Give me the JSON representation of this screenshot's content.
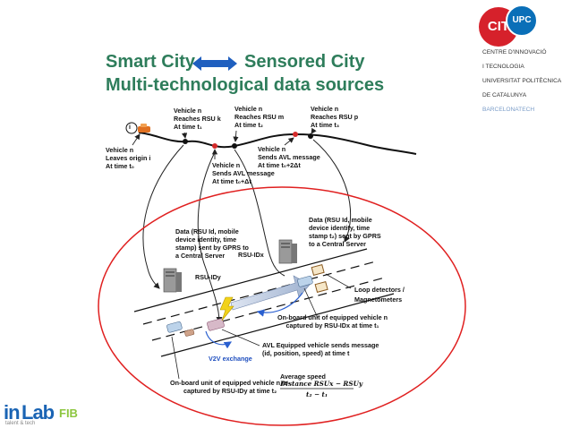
{
  "header": {
    "title_part1": "Smart City",
    "title_part2": "Sensored City",
    "title_line2": "Multi-technological data sources",
    "arrow_color": "#1f5fbf"
  },
  "logo_cit": {
    "cit": "CIT",
    "upc": "UPC",
    "lines": [
      "CENTRE D'INNOVACIÓ",
      "I TECNOLOGIA",
      "UNIVERSITAT POLITÈCNICA",
      "DE CATALUNYA",
      "BARCELONATECH"
    ]
  },
  "logo_inlab": {
    "in": "in",
    "lab": "Lab",
    "fib": "FIB",
    "tagline": "talent & tech"
  },
  "diagram": {
    "origin_marker": "i",
    "labels": {
      "vehicle_leaves": "Vehicle n\nLeaves origin i\nAt time t₀",
      "reaches_k": "Vehicle n\nReaches RSU k\nAt time t₁",
      "reaches_m": "Vehicle n\nReaches RSU m\nAt time t₂",
      "reaches_p": "Vehicle n\nReaches RSU p\nAt time t₃",
      "avl_1": "Vehicle n\nSends AVL message\nAt time t₀+Δt",
      "avl_2": "Vehicle n\nSends AVL message\nAt time t₀+2Δt",
      "data_left": "Data (RSU Id, mobile\ndevice identity, time\nstamp) sent by GPRS to\na Central Server",
      "data_right": "Data (RSU Id, mobile\ndevice identity, time\nstamp t₂) sent by GPRS\nto a Central Server",
      "rsu_idx": "RSU-IDx",
      "rsu_idy": "RSU-IDy",
      "loop_detectors": "Loop detectors /\nMagnetometers",
      "onboard_x": "On-board unit of equipped vehicle n\ncaptured by RSU-IDx at time t₁",
      "avl_equipped": "AVL Equipped vehicle sends message\n(id, position, speed) at time t",
      "v2v": "V2V exchange",
      "onboard_y": "On-board unit of equipped vehicle n re-\ncaptured by RSU-IDy at time t₂",
      "average_speed": "Average speed",
      "formula_num": "Distance RSUx − RSUy",
      "formula_den": "t₂ − t₁"
    },
    "colors": {
      "route_dot": "#d42a2a",
      "ellipse": "#e02020",
      "arrow_blue": "#2a5fcf",
      "cit_red": "#d6212b",
      "upc_blue": "#0a6fb8",
      "inlab_blue": "#1a64b4",
      "inlab_green": "#8cc63f"
    }
  }
}
